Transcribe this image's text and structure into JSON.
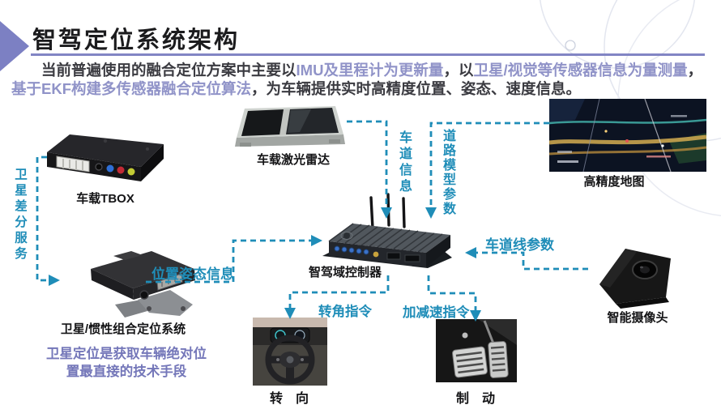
{
  "slide": {
    "title": "智驾定位系统架构",
    "intro": {
      "seg1": "当前普遍使用的融合定位方案中主要以",
      "seg2_hl": "IMU及里程计为更新量",
      "seg3": "，以",
      "seg4_hl": "卫星/视觉等传感器信息为量测量",
      "seg5": "，",
      "seg6_hl": "基于EKF构建多传感器融合定位算法",
      "seg7": "，为车辆提供实时高精度位置、姿态、速度信息。"
    }
  },
  "components": {
    "tbox": {
      "label": "车载TBOX"
    },
    "lidar": {
      "label": "车载激光雷达"
    },
    "hd_map": {
      "label": "高精度地图"
    },
    "controller": {
      "label": "智驾域控制器"
    },
    "gnss_ins": {
      "label": "卫星/惯性组合定位系统"
    },
    "camera": {
      "label": "智能摄像头"
    },
    "steering": {
      "label": "转　向"
    },
    "brake": {
      "label": "制　动"
    }
  },
  "flows": {
    "satellite_diff": "卫星差分服务",
    "lane_info": "车道信息",
    "road_model": "道路模型参数",
    "pose_info": "位置姿态信息",
    "lane_line": "车道线参数",
    "steer_cmd": "转角指令",
    "accel_cmd": "加减速指令"
  },
  "note": {
    "line1": "卫星定位是获取车辆绝对位",
    "line2": "置最直接的技术手段"
  },
  "colors": {
    "accent_teal": "#1f8db8",
    "accent_purple": "#8285c4",
    "highlight_purple": "#9093c8",
    "note_purple": "#7477b9",
    "text_dark": "#3b3b41"
  }
}
